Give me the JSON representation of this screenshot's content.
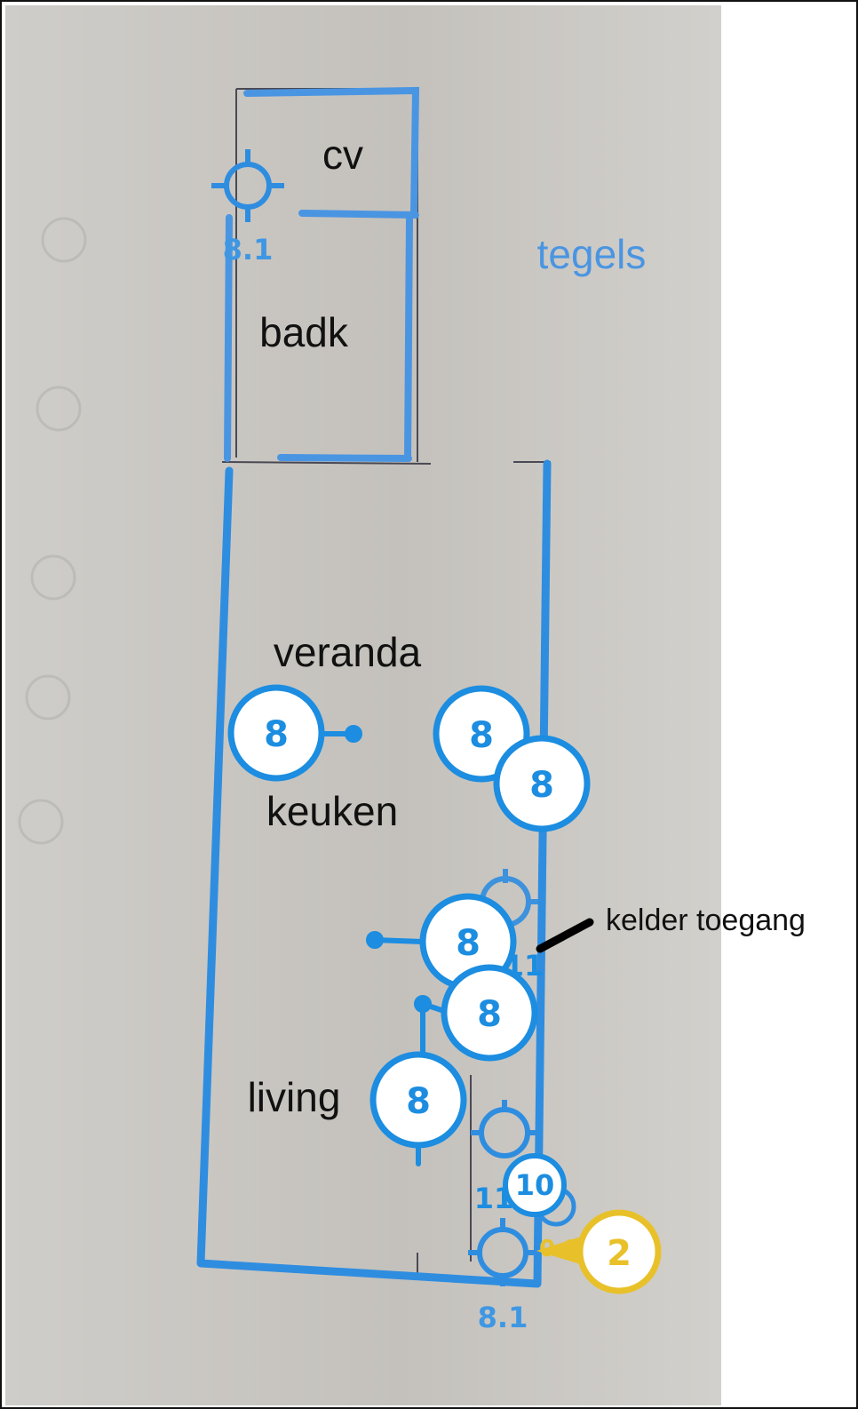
{
  "colors": {
    "plan_line": "#2f8de0",
    "plan_line_light": "#4a95e2",
    "marker_fill": "#ffffff",
    "marker_stroke": "#1c8de0",
    "yellow_marker": "#e8c12a",
    "photo_background": "#c9c7c3",
    "text": "#111111"
  },
  "labels": {
    "cv": "cv",
    "badk": "badk",
    "tegels": "tegels",
    "veranda": "veranda",
    "keuken": "keuken",
    "living": "living",
    "kelder_toegang": "kelder toegang"
  },
  "markers": {
    "m1": "8",
    "m2": "8",
    "m3": "8",
    "m4": "8",
    "m5": "8",
    "m6": "8",
    "m7": "10",
    "yellow": "2"
  },
  "targets": {
    "top_label": "8.1",
    "bottom_label": "8.1",
    "partial_11a": "11",
    "partial_11b": "11",
    "yellow_side": "0.1"
  }
}
